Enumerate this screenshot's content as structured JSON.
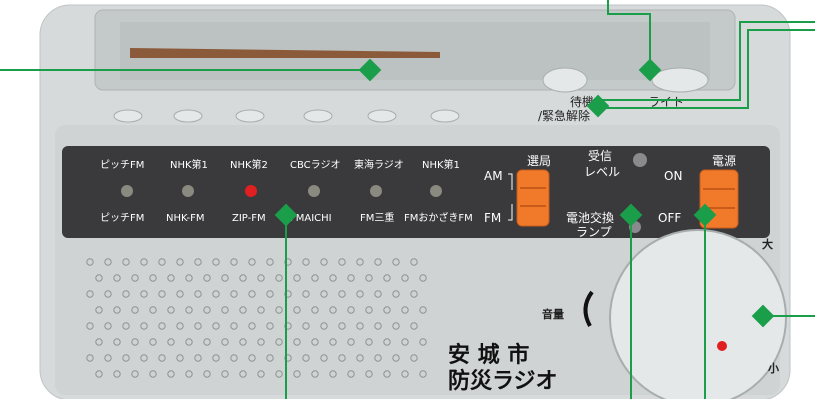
{
  "radio": {
    "title_line1": "安 城 市",
    "title_line2": "防災ラジオ",
    "volume_label": "音量",
    "volume_max": "大",
    "volume_min": "小",
    "band_label": "選局",
    "band_am": "AM",
    "band_fm": "FM",
    "power_label": "電源",
    "power_on": "ON",
    "power_off": "OFF",
    "signal_label_1": "受信",
    "signal_label_2": "レベル",
    "battery_label_1": "電池交換",
    "battery_label_2": "ランプ",
    "standby_label_1": "待機",
    "standby_label_2": "/緊急解除",
    "light_label": "ライト",
    "stations_top": [
      "ピッチFM",
      "NHK第1",
      "NHK第2",
      "CBCラジオ",
      "東海ラジオ",
      "NHK第1"
    ],
    "stations_bottom": [
      "ピッチFM",
      "NHK-FM",
      "ZIP-FM",
      "FMAICHI",
      "FM三重",
      "FMおかざきFM"
    ],
    "selected_station_index": 2
  },
  "colors": {
    "body": "#d8dcdc",
    "panel": "#3a3a3c",
    "callout": "#1a9e4a",
    "switch": "#f07a2a",
    "indicator_on": "#e02020"
  }
}
